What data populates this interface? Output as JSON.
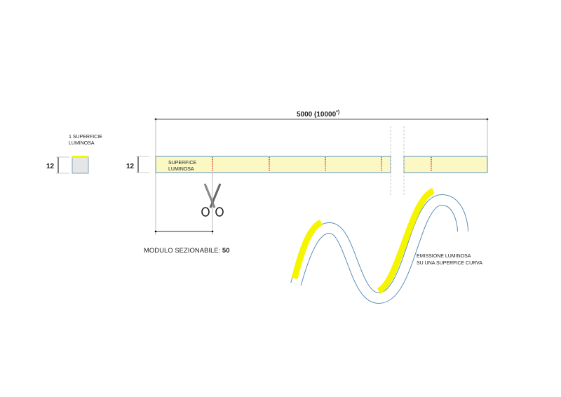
{
  "profile": {
    "label_line1": "1 SUPERFICIE",
    "label_line2": "LUMINOSA",
    "height_dim": "12"
  },
  "strip": {
    "label_line1": "SUPERFICE",
    "label_line2": "LUMINOSA",
    "height_dim": "12",
    "length_dim": "5000  (10000",
    "length_dim_suffix": "*)"
  },
  "module": {
    "label": "MODULO SEZIONABILE: ",
    "value": "50"
  },
  "curve": {
    "label_line1": "EMISSIONE LUMINOSA",
    "label_line2": "SU UNA SUPERFICE CURVA"
  },
  "icons": {
    "cut": "scissors-icon"
  },
  "colors": {
    "luminous": "#f5f500",
    "strip_fill": "#fbf8c4",
    "outline": "#5b8fb5",
    "cut_marks": "#e03020"
  }
}
